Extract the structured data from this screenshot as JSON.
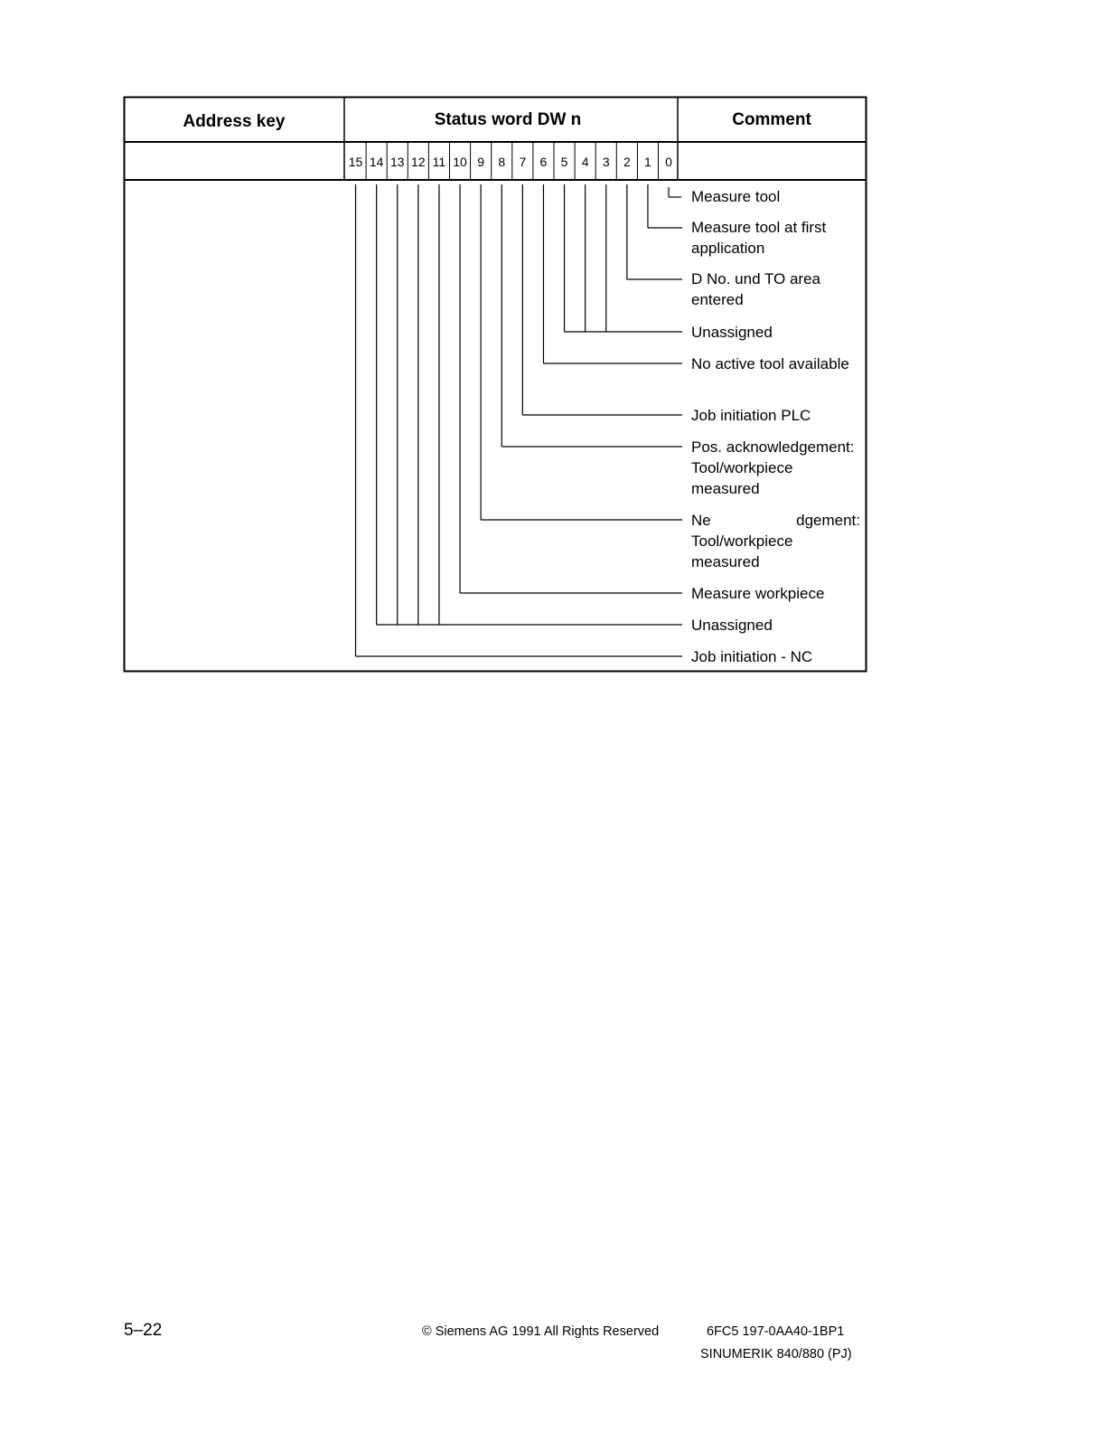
{
  "table": {
    "headers": {
      "address_key": "Address key",
      "status_word": "Status word DW n",
      "comment": "Comment"
    },
    "bits": [
      "15",
      "14",
      "13",
      "12",
      "11",
      "10",
      "9",
      "8",
      "7",
      "6",
      "5",
      "4",
      "3",
      "2",
      "1",
      "0"
    ],
    "comments": [
      {
        "bits": "0",
        "lines": [
          "Measure tool"
        ]
      },
      {
        "bits": "1",
        "lines": [
          "Measure tool at first",
          "application"
        ]
      },
      {
        "bits": "2",
        "lines": [
          "D No. und TO area",
          "entered"
        ]
      },
      {
        "bits": "3-5",
        "lines": [
          "Unassigned"
        ]
      },
      {
        "bits": "6",
        "lines": [
          "No active tool available"
        ]
      },
      {
        "bits": "7",
        "lines": [
          "Job initiation PLC"
        ]
      },
      {
        "bits": "8",
        "lines": [
          "Pos. acknowledgement:",
          "Tool/workpiece",
          "measured"
        ]
      },
      {
        "bits": "9",
        "first_left": "Ne",
        "first_right": "dgement:",
        "lines": [
          "Tool/workpiece",
          "measured"
        ]
      },
      {
        "bits": "10",
        "lines": [
          "Measure workpiece"
        ]
      },
      {
        "bits": "11-14",
        "lines": [
          "Unassigned"
        ]
      },
      {
        "bits": "15",
        "lines": [
          "Job initiation - NC"
        ]
      }
    ]
  },
  "footer": {
    "page_number": "5–22",
    "copyright": "© Siemens AG  1991  All Rights Reserved",
    "order_number": "6FC5 197-0AA40-1BP1",
    "product": "SINUMERIK 840/880 (PJ)"
  }
}
